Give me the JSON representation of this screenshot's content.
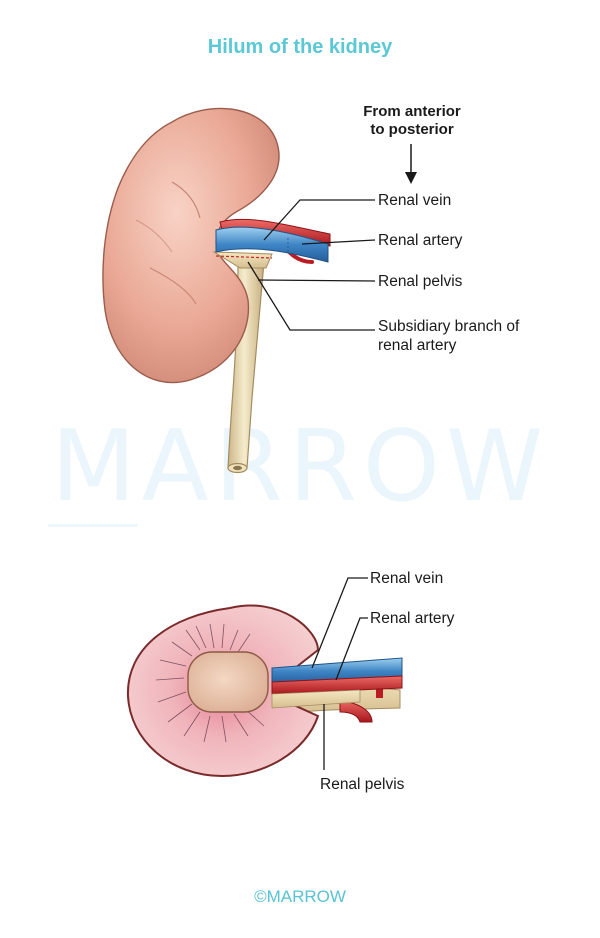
{
  "title": "Hilum of the kidney",
  "direction_note": {
    "line1": "From anterior",
    "line2": "to posterior"
  },
  "top_view_labels": {
    "renal_vein": "Renal vein",
    "renal_artery": "Renal artery",
    "renal_pelvis": "Renal pelvis",
    "subsidiary_line1": "Subsidiary branch of",
    "subsidiary_line2": "renal artery"
  },
  "section_view_labels": {
    "renal_vein": "Renal vein",
    "renal_artery": "Renal artery",
    "renal_pelvis": "Renal pelvis"
  },
  "watermark": "MARROW",
  "copyright": "©MARROW",
  "colors": {
    "title": "#5bc8d6",
    "kidney": "#e8a592",
    "vein": "#3f86c6",
    "artery": "#c9262b",
    "ureter": "#ecdcb0"
  }
}
